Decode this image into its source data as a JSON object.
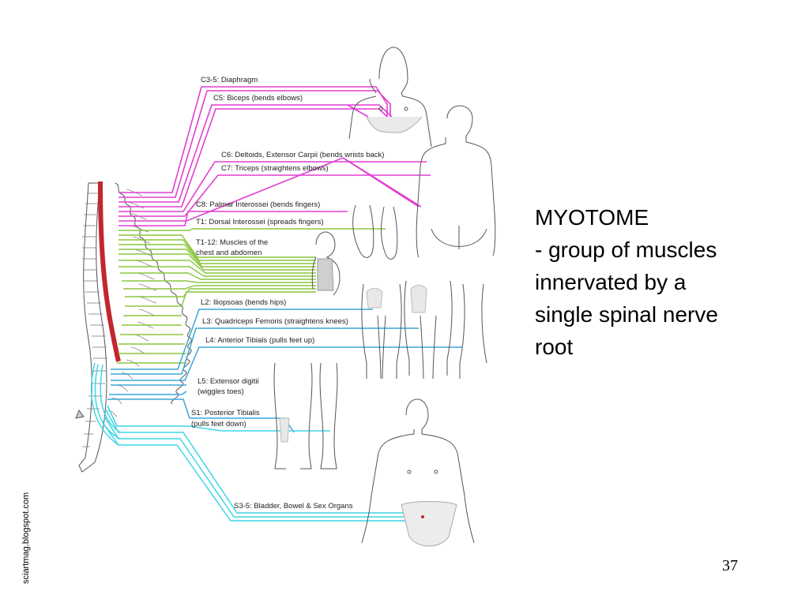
{
  "diagram": {
    "labels": {
      "c3_5": "C3-5: Diaphragm",
      "c5": "C5: Biceps (bends elbows)",
      "c6": "C6: Deltoids, Extensor Carpii (bends wrists back)",
      "c7": "C7: Triceps (straightens elbows)",
      "c8": "C8: Palmar Interossei (bends fingers)",
      "t1": "T1: Dorsal Interossei (spreads fingers)",
      "t1_12_line1": "T1-12: Muscles of the",
      "t1_12_line2": "chest and abdomen",
      "l2": "L2: Iliopsoas (bends hips)",
      "l3": "L3: Quadriceps Femoris (straightens knees)",
      "l4": "L4: Anterior Tibials (pulls feet up)",
      "l5_line1": "L5: Extensor digitii",
      "l5_line2": "(wiggles toes)",
      "s1_line1": "S1: Posterior Tibialis",
      "s1_line2": "(pulls feet down)",
      "s3_5": "S3-5: Bladder, Bowel & Sex Organs"
    },
    "colors": {
      "cervical": "#e03fd0",
      "thoracic": "#8cc63f",
      "lumbar": "#3aa6d8",
      "sacral": "#3ed6e8",
      "spinal_cord": "#c1272d"
    }
  },
  "definition": {
    "line1": "MYOTOME",
    "line2": "- group of muscles",
    "line3": "innervated by a",
    "line4": "single spinal nerve",
    "line5": "root"
  },
  "page_number": "37",
  "credit": "sciartmag.blogspot.com"
}
